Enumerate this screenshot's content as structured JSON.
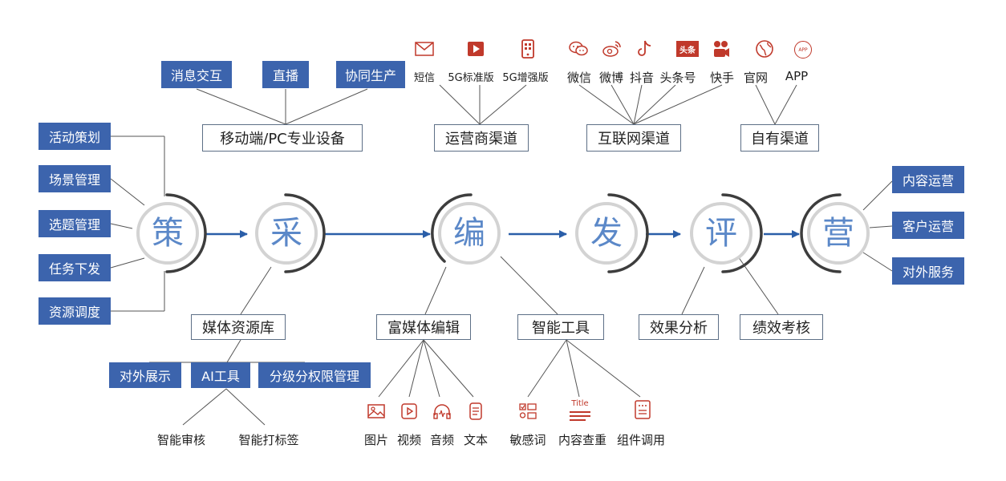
{
  "stages": [
    {
      "char": "策"
    },
    {
      "char": "采"
    },
    {
      "char": "编"
    },
    {
      "char": "发"
    },
    {
      "char": "评"
    },
    {
      "char": "营"
    }
  ],
  "left_items": [
    "活动策划",
    "场景管理",
    "选题管理",
    "任务下发",
    "资源调度"
  ],
  "right_items": [
    "内容运营",
    "客户运营",
    "对外服务"
  ],
  "mobile": {
    "label": "移动端/PC专业设备",
    "features": [
      "消息交互",
      "直播",
      "协同生产"
    ]
  },
  "operator": {
    "label": "运营商渠道",
    "items": [
      "短信",
      "5G标准版",
      "5G增强版"
    ],
    "icons": [
      "envelope-icon",
      "play-icon",
      "phone-icon"
    ]
  },
  "internet": {
    "label": "互联网渠道",
    "items": [
      "微信",
      "微博",
      "抖音",
      "头条号",
      "快手"
    ],
    "icons": [
      "wechat-icon",
      "weibo-icon",
      "douyin-icon",
      "toutiao-icon",
      "kuaishou-icon"
    ],
    "toutiao_badge": "头条"
  },
  "own": {
    "label": "自有渠道",
    "items": [
      "官网",
      "APP"
    ],
    "icons": [
      "globe-icon",
      "app-icon"
    ],
    "app_badge": "APP"
  },
  "media_library": {
    "label": "媒体资源库",
    "children": [
      "对外展示",
      "AI工具",
      "分级分权限管理"
    ],
    "ai_children": [
      "智能审核",
      "智能打标签"
    ]
  },
  "rich_media": {
    "label": "富媒体编辑",
    "items": [
      "图片",
      "视频",
      "音频",
      "文本"
    ],
    "icons": [
      "image-icon",
      "video-icon",
      "audio-icon",
      "document-icon"
    ]
  },
  "smart_tools": {
    "label": "智能工具",
    "items": [
      "敏感词",
      "内容查重",
      "组件调用"
    ],
    "icons": [
      "checklist-icon",
      "title-icon",
      "component-icon"
    ],
    "title_badge": "Title"
  },
  "analysis": [
    "效果分析",
    "绩效考核"
  ],
  "colors": {
    "blue": "#3c64ad",
    "icon_red": "#c0392b",
    "arrow": "#2a5ea8",
    "char": "#5b88c8"
  }
}
